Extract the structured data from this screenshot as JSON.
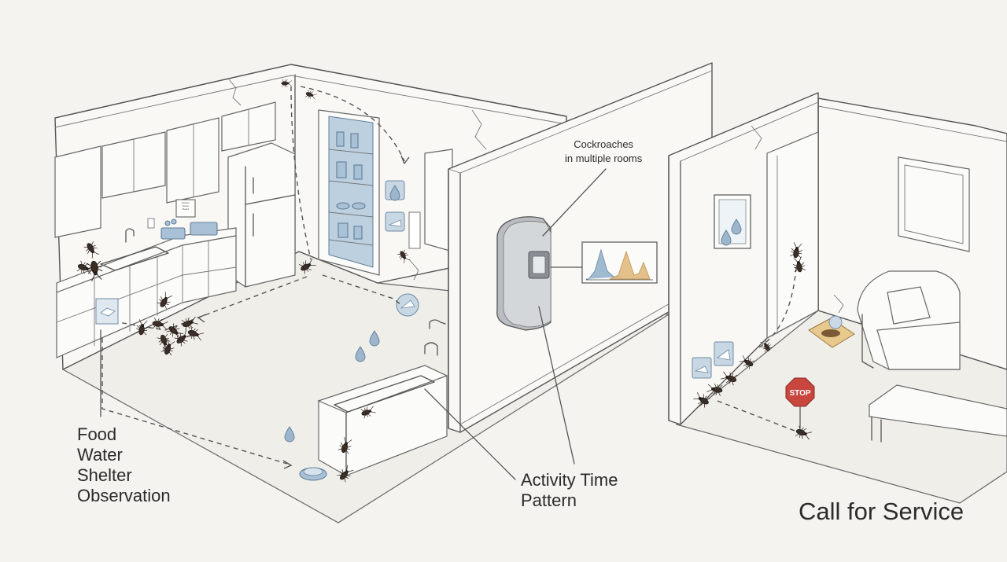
{
  "labels": {
    "checklist": [
      "Food",
      "Water",
      "Shelter",
      "Observation"
    ],
    "rooms_callout": [
      "Cockroaches",
      "in multiple rooms"
    ],
    "activity_callout": [
      "Activity Time",
      "Pattern"
    ],
    "service": "Call for Service",
    "stop_sign": "STOP",
    "kitchen_sign": [
      "Kitchen",
      "Notice",
      "Board"
    ]
  },
  "icons": {
    "monitor": "wall-mounted-monitor-icon",
    "chart": "activity-peaks-chart-icon",
    "water_drop": "water-drop-icon",
    "cockroach": "cockroach-icon",
    "trap": "bait-trap-icon",
    "stop": "stop-sign-icon"
  },
  "colors": {
    "accent_blue": "#a9c1d6",
    "chart_blue": "#8fb0cc",
    "chart_orange": "#e0b878",
    "stop_red": "#c8463e",
    "ink": "#2b2b2b"
  }
}
